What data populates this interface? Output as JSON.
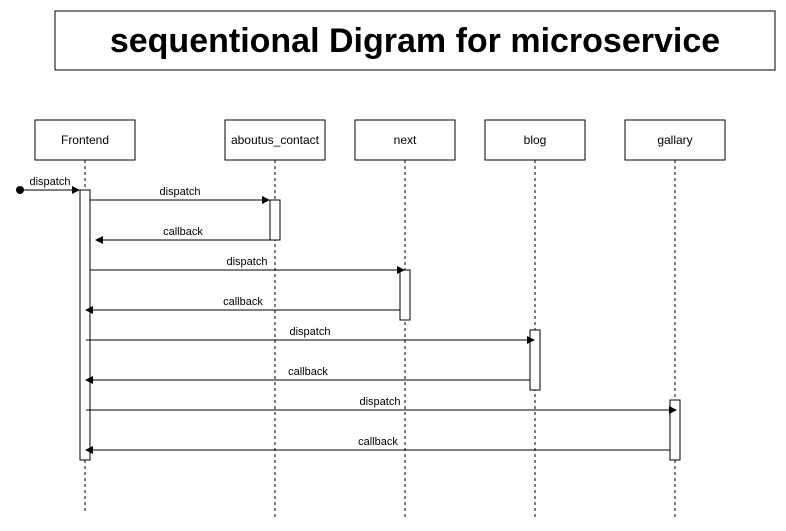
{
  "title": "sequentional Digram for microservice",
  "participants": [
    {
      "id": "frontend",
      "label": "Frontend"
    },
    {
      "id": "aboutus_contact",
      "label": "aboutus_contact"
    },
    {
      "id": "next",
      "label": "next"
    },
    {
      "id": "blog",
      "label": "blog"
    },
    {
      "id": "gallary",
      "label": "gallary"
    }
  ],
  "messages": [
    {
      "label": "dispatch",
      "from": "start",
      "to": "frontend",
      "kind": "found"
    },
    {
      "label": "dispatch",
      "from": "frontend",
      "to": "aboutus_contact",
      "kind": "call"
    },
    {
      "label": "callback",
      "from": "aboutus_contact",
      "to": "frontend",
      "kind": "return"
    },
    {
      "label": "dispatch",
      "from": "frontend",
      "to": "next",
      "kind": "call"
    },
    {
      "label": "callback",
      "from": "next",
      "to": "frontend",
      "kind": "return"
    },
    {
      "label": "dispatch",
      "from": "frontend",
      "to": "blog",
      "kind": "call"
    },
    {
      "label": "callback",
      "from": "blog",
      "to": "frontend",
      "kind": "return"
    },
    {
      "label": "dispatch",
      "from": "frontend",
      "to": "gallary",
      "kind": "call"
    },
    {
      "label": "callback",
      "from": "gallary",
      "to": "frontend",
      "kind": "return"
    }
  ]
}
